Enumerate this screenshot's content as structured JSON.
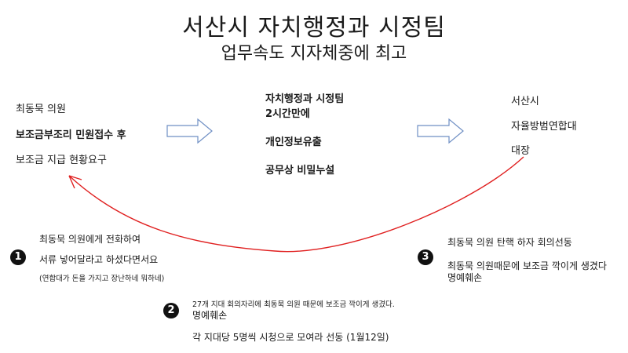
{
  "header": {
    "title": "서산시 자치행정과 시정팀",
    "subtitle": "업무속도 지자체중에 최고"
  },
  "left_node": {
    "line1": "최동묵 의원",
    "line2": "보조금부조리 민원접수 후",
    "line3": "보조금 지급 현황요구"
  },
  "center_node": {
    "line1": "자치행정과 시정팀",
    "line2": "2시간만에",
    "line3": "개인정보유출",
    "line4": "공무상 비밀누설"
  },
  "right_node": {
    "line1": "서산시",
    "line2": "자율방범연합대",
    "line3": "대장"
  },
  "notes": [
    {
      "number": "1",
      "lines": [
        "최동묵 의원에게 전화하여",
        "서류 넣어달라고 하셨다면서요"
      ],
      "small": "(연합대가 돈을 가지고 장난하네 뭐하네)"
    },
    {
      "number": "2",
      "small": "27개 지대 회의자리에 최동묵 의원 때문에 보조금 깍이게 생겼다.",
      "lines": [
        "명예훼손",
        "각 지대당 5명씩 시청으로 모여라 선동  (1월12일)"
      ]
    },
    {
      "number": "3",
      "lines": [
        "최동묵 의원 탄핵 하자 회의선동",
        "최동묵 의원때문에 보조금 깍이게 생겼다",
        "명예훼손"
      ]
    }
  ],
  "colors": {
    "arrow_outline": "#6f8fc4",
    "arrow_fill": "#ffffff",
    "curve": "#e02020",
    "badge": "#111111"
  }
}
